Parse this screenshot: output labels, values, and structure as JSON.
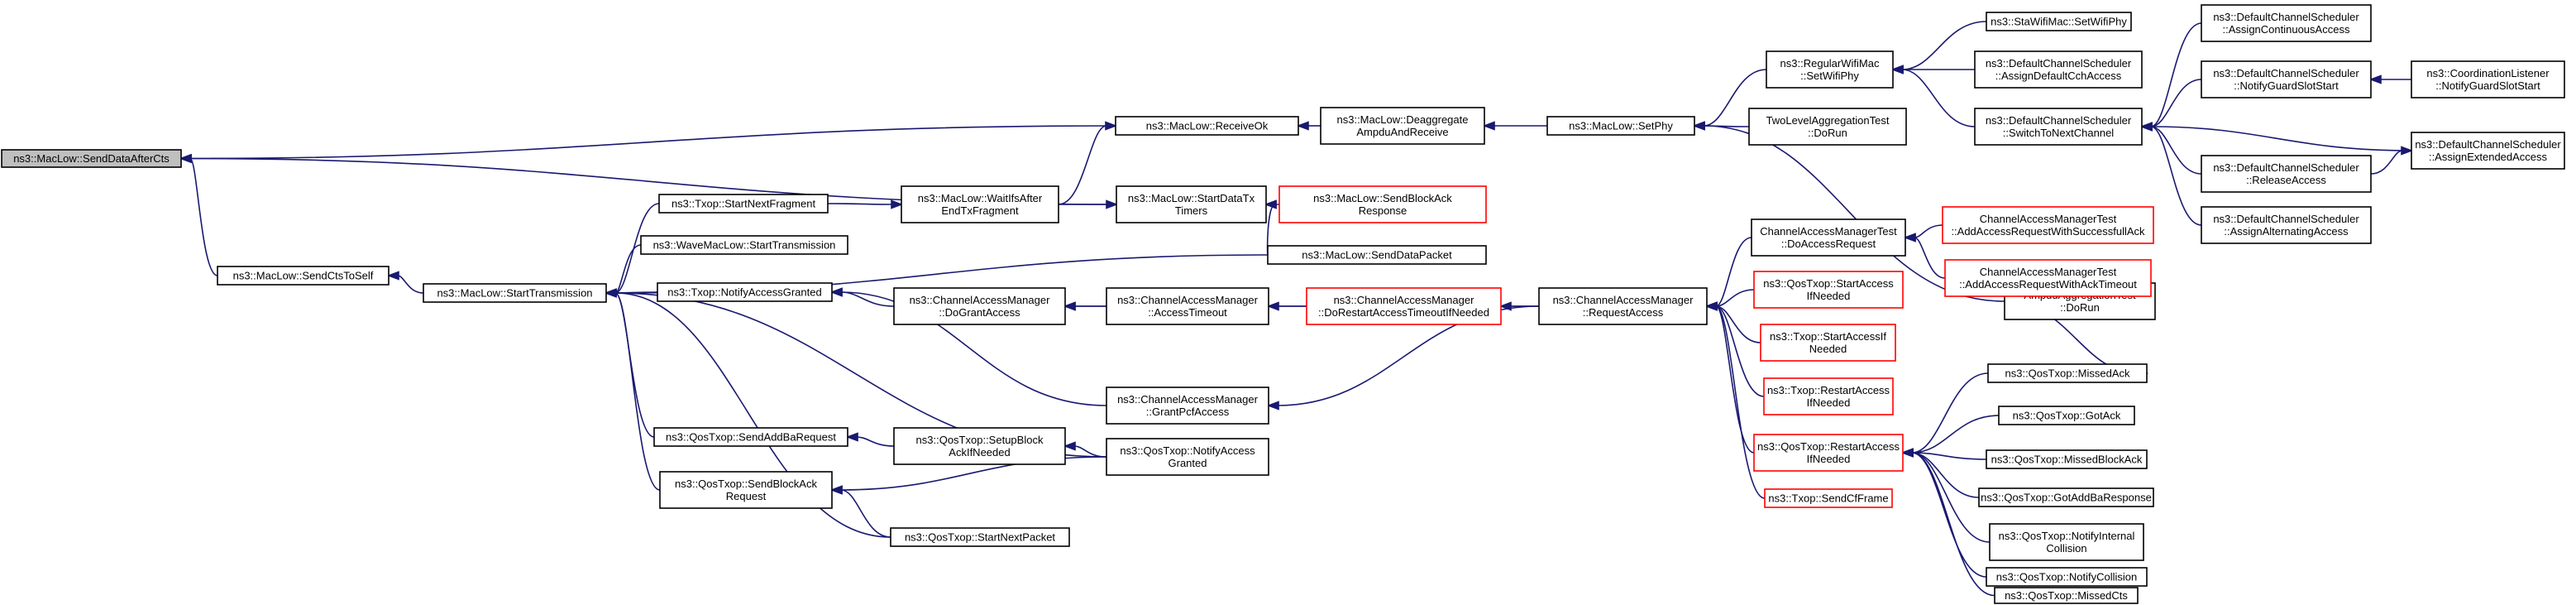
{
  "graph": {
    "colors": {
      "edge": "#191970",
      "node_border": "#000000",
      "node_border_incomplete": "#ff0000",
      "root_fill": "#bfbfbf"
    },
    "nodes": {
      "n0": {
        "lines": [
          "ns3::MacLow::SendDataAfterCts"
        ],
        "style": "root"
      },
      "n1": {
        "lines": [
          "ns3::MacLow::ReceiveOk"
        ],
        "style": "normal"
      },
      "n2": {
        "lines": [
          "ns3::MacLow::Deaggregate",
          "AmpduAndReceive"
        ],
        "style": "normal"
      },
      "n3": {
        "lines": [
          "ns3::MacLow::SetPhy"
        ],
        "style": "normal"
      },
      "n4": {
        "lines": [
          "ns3::RegularWifiMac",
          "::SetWifiPhy"
        ],
        "style": "normal"
      },
      "n5": {
        "lines": [
          "ns3::StaWifiMac::SetWifiPhy"
        ],
        "style": "normal"
      },
      "n6": {
        "lines": [
          "ns3::DefaultChannelScheduler",
          "::AssignDefaultCchAccess"
        ],
        "style": "normal"
      },
      "n7": {
        "lines": [
          "ns3::DefaultChannelScheduler",
          "::SwitchToNextChannel"
        ],
        "style": "normal"
      },
      "n8": {
        "lines": [
          "ns3::DefaultChannelScheduler",
          "::AssignContinuousAccess"
        ],
        "style": "normal"
      },
      "n9": {
        "lines": [
          "ns3::DefaultChannelScheduler",
          "::NotifyGuardSlotStart"
        ],
        "style": "normal"
      },
      "n10": {
        "lines": [
          "ns3::CoordinationListener",
          "::NotifyGuardSlotStart"
        ],
        "style": "normal"
      },
      "n11": {
        "lines": [
          "ns3::DefaultChannelScheduler",
          "::AssignExtendedAccess"
        ],
        "style": "normal"
      },
      "n12": {
        "lines": [
          "ns3::DefaultChannelScheduler",
          "::ReleaseAccess"
        ],
        "style": "normal"
      },
      "n13": {
        "lines": [
          "ns3::DefaultChannelScheduler",
          "::AssignAlternatingAccess"
        ],
        "style": "normal"
      },
      "n14": {
        "lines": [
          "TwoLevelAggregationTest",
          "::DoRun"
        ],
        "style": "normal"
      },
      "n15": {
        "lines": [
          "AmpduAggregationTest",
          "::DoRun"
        ],
        "style": "normal"
      },
      "n16": {
        "lines": [
          "ns3::MacLow::SendCtsToSelf"
        ],
        "style": "normal"
      },
      "n17": {
        "lines": [
          "ns3::MacLow::StartTransmission"
        ],
        "style": "normal"
      },
      "n18": {
        "lines": [
          "ns3::Txop::StartNextFragment"
        ],
        "style": "normal"
      },
      "n19": {
        "lines": [
          "ns3::MacLow::WaitIfsAfter",
          "EndTxFragment"
        ],
        "style": "normal"
      },
      "n20": {
        "lines": [
          "ns3::MacLow::StartDataTx",
          "Timers"
        ],
        "style": "normal"
      },
      "n21": {
        "lines": [
          "ns3::MacLow::SendBlockAck",
          "Response"
        ],
        "style": "red"
      },
      "n22": {
        "lines": [
          "ns3::MacLow::SendDataPacket"
        ],
        "style": "normal"
      },
      "n23": {
        "lines": [
          "ns3::WaveMacLow::StartTransmission"
        ],
        "style": "normal"
      },
      "n24": {
        "lines": [
          "ns3::Txop::NotifyAccessGranted"
        ],
        "style": "normal"
      },
      "n25": {
        "lines": [
          "ns3::ChannelAccessManager",
          "::DoGrantAccess"
        ],
        "style": "normal"
      },
      "n26": {
        "lines": [
          "ns3::ChannelAccessManager",
          "::AccessTimeout"
        ],
        "style": "normal"
      },
      "n27": {
        "lines": [
          "ns3::ChannelAccessManager",
          "::DoRestartAccessTimeoutIfNeeded"
        ],
        "style": "red"
      },
      "n28": {
        "lines": [
          "ns3::ChannelAccessManager",
          "::GrantPcfAccess"
        ],
        "style": "normal"
      },
      "n29": {
        "lines": [
          "ns3::ChannelAccessManager",
          "::RequestAccess"
        ],
        "style": "normal"
      },
      "n30": {
        "lines": [
          "ChannelAccessManagerTest",
          "::DoAccessRequest"
        ],
        "style": "normal"
      },
      "n31": {
        "lines": [
          "ChannelAccessManagerTest",
          "::AddAccessRequestWithSuccessfullAck"
        ],
        "style": "red"
      },
      "n32": {
        "lines": [
          "ChannelAccessManagerTest",
          "::AddAccessRequestWithAckTimeout"
        ],
        "style": "red"
      },
      "n33": {
        "lines": [
          "ns3::QosTxop::StartAccess",
          "IfNeeded"
        ],
        "style": "red"
      },
      "n34": {
        "lines": [
          "ns3::Txop::StartAccessIf",
          "Needed"
        ],
        "style": "red"
      },
      "n35": {
        "lines": [
          "ns3::Txop::RestartAccess",
          "IfNeeded"
        ],
        "style": "red"
      },
      "n36": {
        "lines": [
          "ns3::QosTxop::RestartAccess",
          "IfNeeded"
        ],
        "style": "red"
      },
      "n37": {
        "lines": [
          "ns3::Txop::SendCfFrame"
        ],
        "style": "red"
      },
      "n38": {
        "lines": [
          "ns3::QosTxop::MissedAck"
        ],
        "style": "normal"
      },
      "n39": {
        "lines": [
          "ns3::QosTxop::GotAck"
        ],
        "style": "normal"
      },
      "n40": {
        "lines": [
          "ns3::QosTxop::MissedBlockAck"
        ],
        "style": "normal"
      },
      "n41": {
        "lines": [
          "ns3::QosTxop::GotAddBaResponse"
        ],
        "style": "normal"
      },
      "n42": {
        "lines": [
          "ns3::QosTxop::NotifyInternal",
          "Collision"
        ],
        "style": "normal"
      },
      "n43": {
        "lines": [
          "ns3::QosTxop::NotifyCollision"
        ],
        "style": "normal"
      },
      "n44": {
        "lines": [
          "ns3::QosTxop::MissedCts"
        ],
        "style": "normal"
      },
      "n45": {
        "lines": [
          "ns3::QosTxop::SendAddBaRequest"
        ],
        "style": "normal"
      },
      "n46": {
        "lines": [
          "ns3::QosTxop::SetupBlock",
          "AckIfNeeded"
        ],
        "style": "normal"
      },
      "n47": {
        "lines": [
          "ns3::QosTxop::NotifyAccess",
          "Granted"
        ],
        "style": "normal"
      },
      "n48": {
        "lines": [
          "ns3::QosTxop::SendBlockAck",
          "Request"
        ],
        "style": "normal"
      },
      "n49": {
        "lines": [
          "ns3::QosTxop::StartNextPacket"
        ],
        "style": "normal"
      }
    },
    "edges": [
      [
        "n1",
        "n0"
      ],
      [
        "n20",
        "n0"
      ],
      [
        "n16",
        "n0"
      ],
      [
        "n2",
        "n1"
      ],
      [
        "n3",
        "n2"
      ],
      [
        "n4",
        "n3"
      ],
      [
        "n14",
        "n3"
      ],
      [
        "n15",
        "n3"
      ],
      [
        "n5",
        "n4"
      ],
      [
        "n6",
        "n4"
      ],
      [
        "n7",
        "n4"
      ],
      [
        "n8",
        "n7"
      ],
      [
        "n9",
        "n7"
      ],
      [
        "n11",
        "n7"
      ],
      [
        "n12",
        "n7"
      ],
      [
        "n13",
        "n7"
      ],
      [
        "n10",
        "n9"
      ],
      [
        "n12",
        "n11"
      ],
      [
        "n19",
        "n1"
      ],
      [
        "n19",
        "n20"
      ],
      [
        "n18",
        "n19"
      ],
      [
        "n21",
        "n20"
      ],
      [
        "n22",
        "n20"
      ],
      [
        "n17",
        "n16"
      ],
      [
        "n18",
        "n17"
      ],
      [
        "n23",
        "n17"
      ],
      [
        "n22",
        "n17"
      ],
      [
        "n24",
        "n17"
      ],
      [
        "n45",
        "n17"
      ],
      [
        "n48",
        "n17"
      ],
      [
        "n47",
        "n17"
      ],
      [
        "n49",
        "n17"
      ],
      [
        "n25",
        "n24"
      ],
      [
        "n28",
        "n24"
      ],
      [
        "n26",
        "n25"
      ],
      [
        "n29",
        "n25"
      ],
      [
        "n27",
        "n26"
      ],
      [
        "n29",
        "n27"
      ],
      [
        "n29",
        "n28"
      ],
      [
        "n30",
        "n29"
      ],
      [
        "n33",
        "n29"
      ],
      [
        "n34",
        "n29"
      ],
      [
        "n35",
        "n29"
      ],
      [
        "n36",
        "n29"
      ],
      [
        "n37",
        "n29"
      ],
      [
        "n31",
        "n30"
      ],
      [
        "n32",
        "n30"
      ],
      [
        "n38",
        "n36"
      ],
      [
        "n39",
        "n36"
      ],
      [
        "n40",
        "n36"
      ],
      [
        "n41",
        "n36"
      ],
      [
        "n42",
        "n36"
      ],
      [
        "n43",
        "n36"
      ],
      [
        "n44",
        "n36"
      ],
      [
        "n15",
        "n38"
      ],
      [
        "n46",
        "n45"
      ],
      [
        "n47",
        "n46"
      ],
      [
        "n47",
        "n48"
      ],
      [
        "n49",
        "n48"
      ]
    ]
  }
}
